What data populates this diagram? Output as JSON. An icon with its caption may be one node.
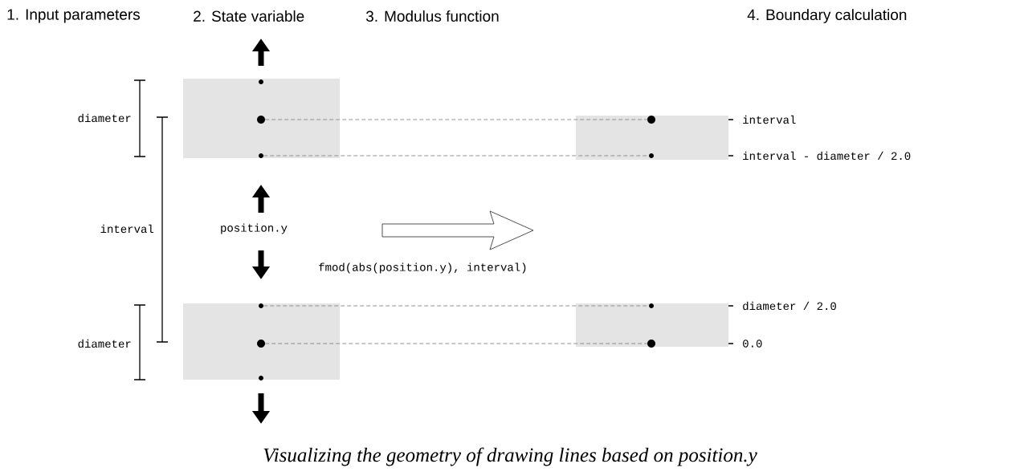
{
  "diagram": {
    "caption": "Visualizing the geometry of drawing lines based on position.y",
    "nodes": [
      {
        "text": [],
        "shape": "box"
      },
      {
        "text": [],
        "shape": "circle",
        "in": 0
      },
      {
        "text": [],
        "shape": "circle",
        "in": 0
      },
      {
        "text": [],
        "shape": "circle",
        "in": 0
      },
      {
        "text": [],
        "shape": "box"
      },
      {
        "text": [],
        "shape": "circle",
        "in": 4
      },
      {
        "text": [],
        "shape": "circle",
        "in": 4
      },
      {
        "text": [],
        "shape": "box"
      },
      {
        "text": [],
        "shape": "circle",
        "in": 7
      },
      {
        "text": [],
        "shape": "circle",
        "in": 7
      },
      {
        "text": [],
        "shape": "circle",
        "in": 7
      },
      {
        "text": [],
        "shape": "box"
      },
      {
        "text": [],
        "shape": "circle",
        "in": 11
      },
      {
        "text": [],
        "shape": "circle",
        "in": 11
      }
    ],
    "edges": [
      {
        "from": 2,
        "to": 5,
        "arrow": "none",
        "style": "dashed"
      },
      {
        "from": 3,
        "to": 6,
        "arrow": "none",
        "style": "dashed"
      },
      {
        "from": 8,
        "to": 12,
        "arrow": "none",
        "style": "dashed"
      },
      {
        "from": 9,
        "to": 13,
        "arrow": "none",
        "style": "dashed"
      }
    ],
    "labels": [
      "1. Input parameters",
      "2. State variable",
      "3. Modulus function",
      "4. Boundary calculation",
      "diameter",
      "interval",
      "interval - diameter / 2.0",
      "interval",
      "position.y",
      "fmod(abs(position.y), interval)",
      "diameter / 2.0",
      "diameter",
      "0.0"
    ]
  }
}
